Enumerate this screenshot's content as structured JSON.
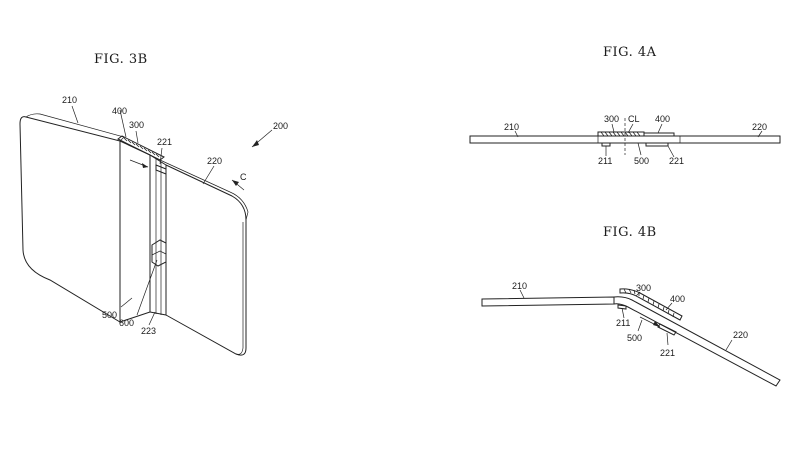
{
  "figures": {
    "fig3b": {
      "title": "FIG. 3B",
      "refs": {
        "r210": "210",
        "r400": "400",
        "r300": "300",
        "r221": "221",
        "r200": "200",
        "r220": "220",
        "rC": "C",
        "r500": "500",
        "r600": "600",
        "r223": "223"
      }
    },
    "fig4a": {
      "title": "FIG. 4A",
      "refs": {
        "r210": "210",
        "r300": "300",
        "rCL": "CL",
        "r400": "400",
        "r220": "220",
        "r211": "211",
        "r500": "500",
        "r221": "221"
      }
    },
    "fig4b": {
      "title": "FIG. 4B",
      "refs": {
        "r210": "210",
        "r300": "300",
        "r400": "400",
        "r211": "211",
        "r500": "500",
        "r221": "221",
        "r220": "220"
      }
    }
  }
}
